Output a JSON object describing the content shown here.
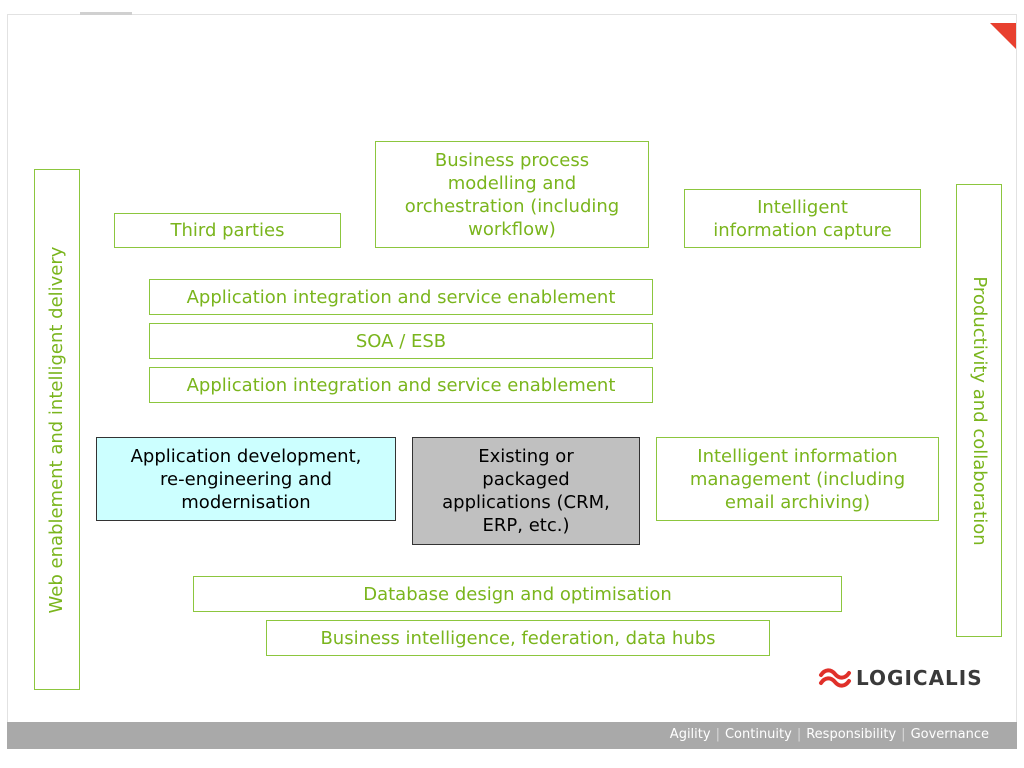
{
  "diagram": {
    "left_label": "Web enablement and intelligent delivery",
    "right_label": "Productivity and collaboration",
    "boxes": {
      "third_parties": "Third parties",
      "business_process": "Business process\nmodelling and\norchestration (including\nworkflow)",
      "intelligent_capture": "Intelligent\ninformation capture",
      "app_integration_top": "Application integration and service enablement",
      "soa_esb": "SOA / ESB",
      "app_integration_bottom": "Application integration and service enablement",
      "app_development": "Application development,\nre-engineering and\nmodernisation",
      "existing_apps": "Existing or\npackaged\napplications (CRM,\nERP, etc.)",
      "info_management": "Intelligent information\nmanagement (including\nemail archiving)",
      "database_design": "Database design and optimisation",
      "business_intelligence": "Business intelligence, federation, data hubs"
    }
  },
  "logo": {
    "text": "LOGICALIS"
  },
  "footer": {
    "tagline": [
      "Agility",
      "Continuity",
      "Responsibility",
      "Governance"
    ]
  },
  "colors": {
    "accent_green": "#7ab51d",
    "box_blue": "#ccffff",
    "box_grey": "#c0c0c0",
    "logo_red": "#e0302a",
    "footer_grey": "#a9a9a9"
  }
}
